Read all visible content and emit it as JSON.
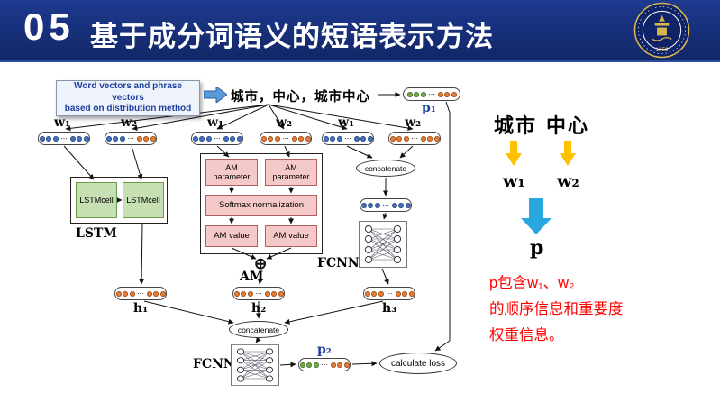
{
  "colors": {
    "blue": "#4472c4",
    "orange": "#ed7d31",
    "green": "#70ad47",
    "header_bg": "#16307e",
    "accent_yellow": "#ffc000",
    "accent_blue": "#29a8e0",
    "note_red": "#ff0000"
  },
  "glyphs": {
    "gap": "⋯"
  },
  "header": {
    "number": "05",
    "title": "基于成分词语义的短语表示方法",
    "logo_year": "1953"
  },
  "diagram": {
    "source_box": {
      "line1": "Word vectors and phrase vectors",
      "line2": "based on distribution method"
    },
    "phrase_text": "城市，中心，城市中心",
    "p1": {
      "label": "p₁",
      "dots": [
        "green",
        "green",
        "green",
        "gap",
        "orange",
        "orange",
        "orange"
      ]
    },
    "row": [
      {
        "label": "w₁",
        "dots": [
          "blue",
          "blue",
          "blue",
          "gap",
          "blue",
          "blue",
          "blue"
        ]
      },
      {
        "label": "w₂",
        "dots": [
          "blue",
          "blue",
          "blue",
          "gap",
          "orange",
          "orange",
          "orange"
        ]
      },
      {
        "label": "w₁",
        "dots": [
          "blue",
          "blue",
          "blue",
          "gap",
          "blue",
          "blue",
          "blue"
        ]
      },
      {
        "label": "w₂",
        "dots": [
          "orange",
          "orange",
          "orange",
          "gap",
          "orange",
          "orange",
          "orange"
        ]
      },
      {
        "label": "w₁",
        "dots": [
          "blue",
          "blue",
          "blue",
          "gap",
          "blue",
          "blue",
          "blue"
        ]
      },
      {
        "label": "w₂",
        "dots": [
          "orange",
          "orange",
          "orange",
          "gap",
          "orange",
          "orange",
          "orange"
        ]
      }
    ],
    "lstm": {
      "cell1": "LSTMcell",
      "cell2": "LSTMcell",
      "box_label": "LSTM"
    },
    "am": {
      "param1": "AM parameter",
      "param2": "AM parameter",
      "softmax": "Softmax normalization",
      "value1": "AM value",
      "value2": "AM value",
      "sum_symbol": "⊕",
      "box_label": "AM"
    },
    "concat_top": "concatenate",
    "concat_bottom": "concatenate",
    "mid_vector": {
      "dots": [
        "blue",
        "blue",
        "blue",
        "gap",
        "blue",
        "blue",
        "blue"
      ]
    },
    "fcnn_top": {
      "label": "FCNN"
    },
    "fcnn_bottom": {
      "label": "FCNN"
    },
    "h": [
      {
        "label": "h₁",
        "dots": [
          "orange",
          "orange",
          "orange",
          "gap",
          "orange",
          "orange",
          "orange"
        ]
      },
      {
        "label": "h₂",
        "dots": [
          "orange",
          "orange",
          "orange",
          "gap",
          "orange",
          "orange",
          "orange"
        ]
      },
      {
        "label": "h₃",
        "dots": [
          "orange",
          "orange",
          "orange",
          "gap",
          "orange",
          "orange",
          "orange"
        ]
      }
    ],
    "p2": {
      "label": "p₂",
      "dots": [
        "green",
        "green",
        "green",
        "gap",
        "orange",
        "orange",
        "orange"
      ]
    },
    "loss": "calculate loss"
  },
  "side": {
    "word1": "城市",
    "word2": "中心",
    "w1": "w₁",
    "w2": "w₂",
    "p": "p",
    "note": [
      "p包含w₁、w₂",
      "的顺序信息和重要度",
      "权重信息。"
    ]
  }
}
